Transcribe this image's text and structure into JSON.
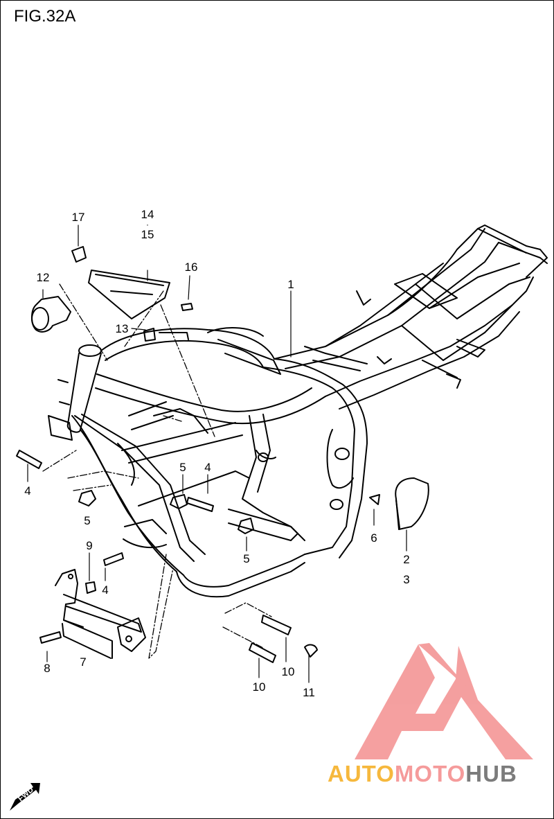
{
  "figure": {
    "title": "FIG.32A"
  },
  "callouts": [
    {
      "id": "c1",
      "text": "1"
    },
    {
      "id": "c2",
      "text": "2"
    },
    {
      "id": "c3",
      "text": "3"
    },
    {
      "id": "c4a",
      "text": "4"
    },
    {
      "id": "c4b",
      "text": "4"
    },
    {
      "id": "c4c",
      "text": "4"
    },
    {
      "id": "c5a",
      "text": "5"
    },
    {
      "id": "c5b",
      "text": "5"
    },
    {
      "id": "c5c",
      "text": "5"
    },
    {
      "id": "c6",
      "text": "6"
    },
    {
      "id": "c7",
      "text": "7"
    },
    {
      "id": "c8",
      "text": "8"
    },
    {
      "id": "c9",
      "text": "9"
    },
    {
      "id": "c10a",
      "text": "10"
    },
    {
      "id": "c10b",
      "text": "10"
    },
    {
      "id": "c11",
      "text": "11"
    },
    {
      "id": "c12",
      "text": "12"
    },
    {
      "id": "c13",
      "text": "13"
    },
    {
      "id": "c14",
      "text": "14"
    },
    {
      "id": "c15",
      "text": "15"
    },
    {
      "id": "c16",
      "text": "16"
    },
    {
      "id": "c17",
      "text": "17"
    }
  ],
  "fwd_indicator": {
    "label": "FWD",
    "icon": "fwd-arrow-icon"
  },
  "watermark": {
    "part1": "AUTO",
    "part2": "MOTO",
    "part3": "HUB",
    "colors": {
      "triangle": "#f38f8f",
      "auto": "#f6b83d",
      "moto": "#f59b9b",
      "hub": "#7c7c7c"
    }
  }
}
